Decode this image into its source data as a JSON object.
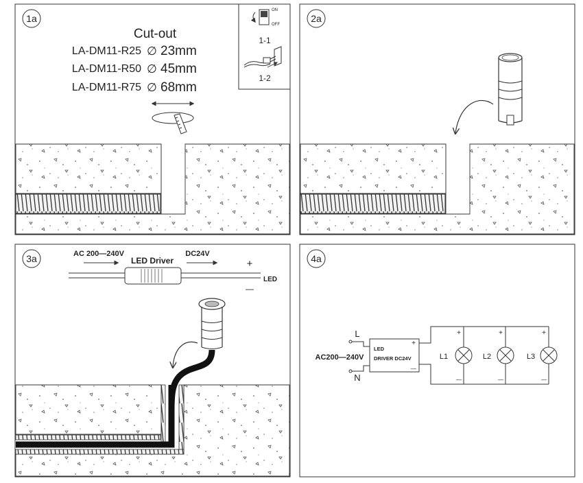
{
  "panels": {
    "p1": {
      "number": "1a",
      "cutout_title": "Cut-out",
      "models": [
        {
          "model": "LA-DM11-R25",
          "diameter": "23mm"
        },
        {
          "model": "LA-DM11-R50",
          "diameter": "45mm"
        },
        {
          "model": "LA-DM11-R75",
          "diameter": "68mm"
        }
      ],
      "diameter_symbol": "∅",
      "switch_on": "ON",
      "switch_off": "OFF",
      "step_1": "1-1",
      "step_2": "1-2"
    },
    "p2": {
      "number": "2a"
    },
    "p3": {
      "number": "3a",
      "input_label": "AC 200—240V",
      "driver_label": "LED Driver",
      "output_label": "DC24V",
      "plus": "+",
      "minus": "—",
      "load_label": "LED"
    },
    "p4": {
      "number": "4a",
      "line": "L",
      "neutral": "N",
      "input_label": "AC200—240V",
      "driver_line1": "LED",
      "driver_line2": "DRIVER DC24V",
      "plus": "+",
      "minus": "—",
      "lamps": [
        "L1",
        "L2",
        "L3"
      ]
    }
  }
}
